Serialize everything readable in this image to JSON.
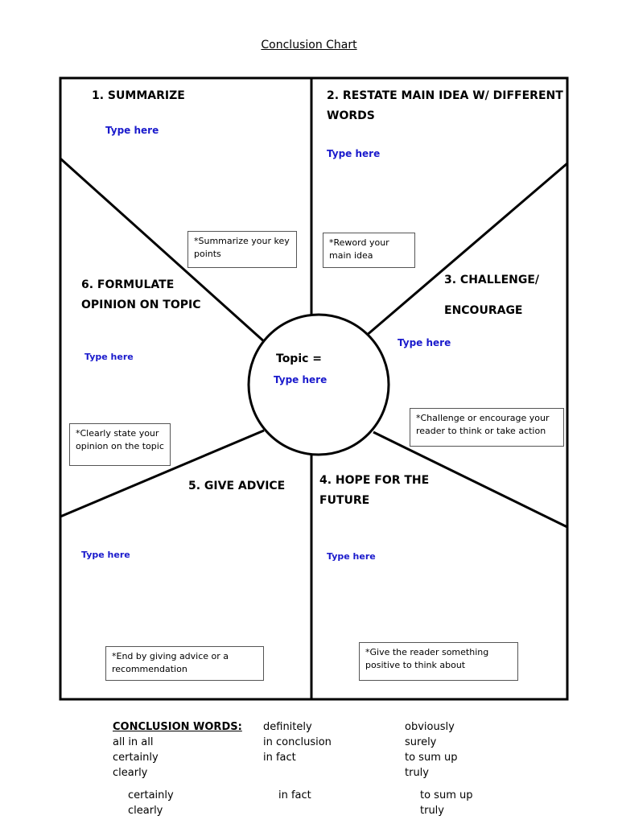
{
  "title": "Conclusion Chart",
  "center": {
    "label": "Topic =",
    "input": "Type here"
  },
  "sections": {
    "summarize": {
      "heading": "1. SUMMARIZE",
      "input": "Type here",
      "note": "*Summarize your key points"
    },
    "restate": {
      "heading_line1": "2.  RESTATE MAIN IDEA W/ DIFFERENT",
      "heading_line2": "WORDS",
      "input": "Type here",
      "note": "*Reword your main idea"
    },
    "challenge": {
      "heading_line1": "3. CHALLENGE/",
      "heading_line2": "ENCOURAGE",
      "input": "Type here",
      "note": "*Challenge or encourage your reader to think or take action"
    },
    "hope": {
      "heading_line1": "4. HOPE FOR THE",
      "heading_line2": "FUTURE",
      "input": "Type here",
      "note": "*Give the reader something positive to think about"
    },
    "advice": {
      "heading": "5. GIVE ADVICE",
      "input": "Type here",
      "note": "*End by giving advice or a recommendation"
    },
    "opinion": {
      "heading_line1": "6. FORMULATE",
      "heading_line2": "OPINION ON TOPIC",
      "input": "Type here",
      "note": "*Clearly state your opinion on the topic"
    }
  },
  "conclusion_words": {
    "header": "CONCLUSION WORDS:",
    "col1": [
      "all in all",
      "certainly",
      "clearly"
    ],
    "col2": [
      "definitely",
      "in conclusion",
      "in fact"
    ],
    "col3": [
      "obviously",
      "surely",
      "to sum up",
      "truly"
    ],
    "extra_col1": [
      "certainly",
      "clearly"
    ],
    "extra_col2": [
      "in fact"
    ],
    "extra_col3": [
      "to sum up",
      "truly"
    ]
  }
}
